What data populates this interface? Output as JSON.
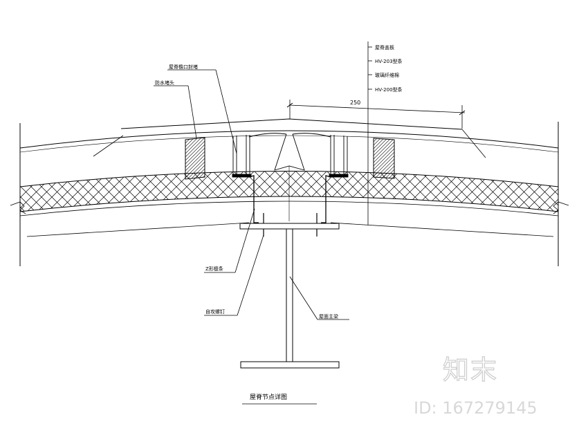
{
  "labels": {
    "top_right": [
      "屋脊盖板",
      "HV-203型条",
      "玻璃纤维棉",
      "HV-200型条"
    ],
    "left_top": "屋脊檐口封堵",
    "left_second": "防水堵头",
    "z_purlin": "Z形檩条",
    "self_tapping_screw": "自攻螺钉",
    "steel_beam": "屋面主梁",
    "dimension": "250"
  },
  "title": "屋脊节点详图",
  "watermark": {
    "brand": "知末",
    "id_text": "ID: 167279145"
  }
}
